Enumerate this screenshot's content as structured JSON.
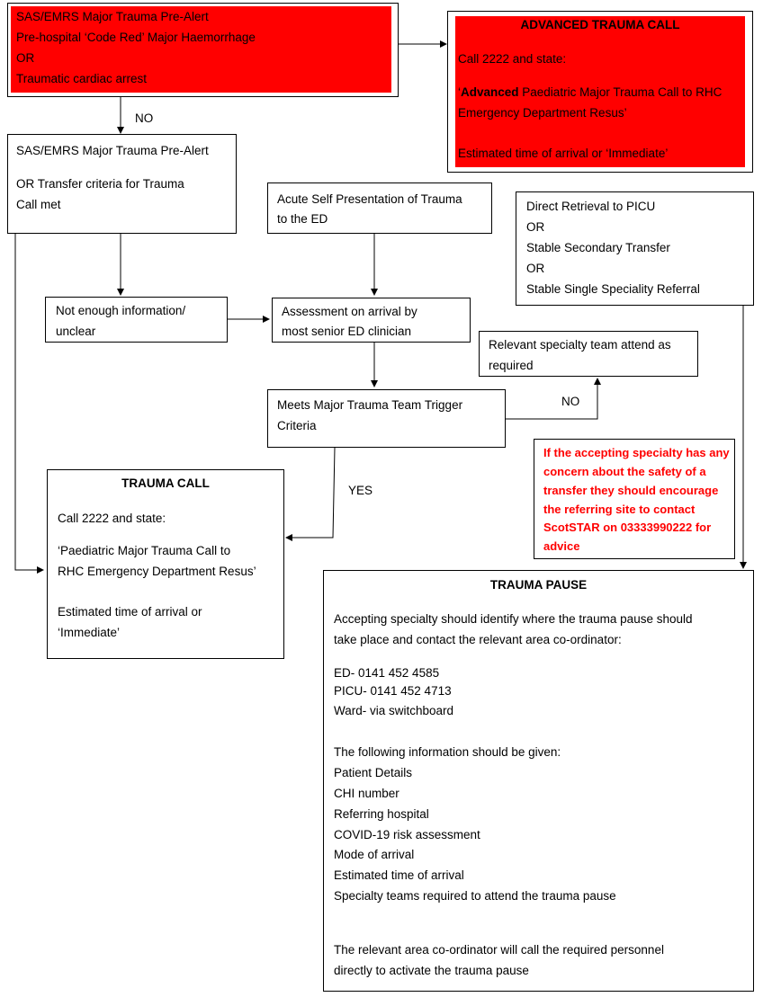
{
  "boxes": {
    "prealert_red": {
      "lines": [
        "SAS/EMRS Major Trauma Pre-Alert",
        "Pre-hospital ‘Code Red’ Major Haemorrhage",
        "OR",
        "Traumatic cardiac arrest"
      ]
    },
    "advanced_call": {
      "title": "ADVANCED TRAUMA CALL",
      "call": "Call 2222 and state:",
      "quote_open": "‘",
      "quote_bold": "Advanced",
      "quote_rest1": " Paediatric Major Trauma Call to RHC",
      "quote_line2": "Emergency Department Resus’",
      "eta": "Estimated time of arrival or ‘Immediate’"
    },
    "prealert": {
      "line1": "SAS/EMRS Major Trauma Pre-Alert",
      "line2": "OR Transfer criteria for Trauma",
      "line3": "Call met"
    },
    "self_presentation": {
      "line1": "Acute Self Presentation of Trauma",
      "line2": "to the ED"
    },
    "direct_retrieval": {
      "lines": [
        "Direct Retrieval to PICU",
        "OR",
        "Stable Secondary Transfer",
        "OR",
        "Stable Single Speciality Referral"
      ]
    },
    "not_enough": {
      "line1": "Not enough information/",
      "line2": "unclear"
    },
    "assessment": {
      "line1": "Assessment on arrival by",
      "line2": "most senior ED clinician"
    },
    "specialty_team": {
      "line1": "Relevant specialty team attend as",
      "line2": "required"
    },
    "meets_criteria": {
      "line1": "Meets Major Trauma Team Trigger",
      "line2": "Criteria"
    },
    "concern": {
      "lines": [
        "If the accepting specialty has any",
        "concern about the safety of a",
        "transfer they should encourage",
        "the referring site to contact",
        "ScotSTAR on 03333990222 for",
        "advice"
      ]
    },
    "trauma_call": {
      "title": "TRAUMA CALL",
      "call": "Call 2222 and state:",
      "quote1": "‘Paediatric Major Trauma Call to",
      "quote2": "RHC Emergency Department Resus’",
      "eta1": "Estimated time of arrival or",
      "eta2": "‘Immediate’"
    },
    "trauma_pause": {
      "title": "TRAUMA PAUSE",
      "intro1": "Accepting specialty should identify where the trauma pause should",
      "intro2": "take place and contact the relevant area co-ordinator:",
      "contacts": [
        "ED- 0141 452 4585",
        "PICU- 0141 452 4713",
        "Ward- via switchboard"
      ],
      "info_heading": "The following information should be given:",
      "info_items": [
        "Patient Details",
        "CHI number",
        "Referring hospital",
        "COVID-19 risk assessment",
        "Mode of arrival",
        "Estimated time of arrival",
        "Specialty teams required to attend the trauma pause"
      ],
      "closing1": "The relevant area co-ordinator will call the required personnel",
      "closing2": "directly to activate the trauma pause"
    }
  },
  "labels": {
    "no1": "NO",
    "no2": "NO",
    "yes": "YES"
  },
  "colors": {
    "alert_red": "#ff0000",
    "text_red": "#ff0000"
  }
}
